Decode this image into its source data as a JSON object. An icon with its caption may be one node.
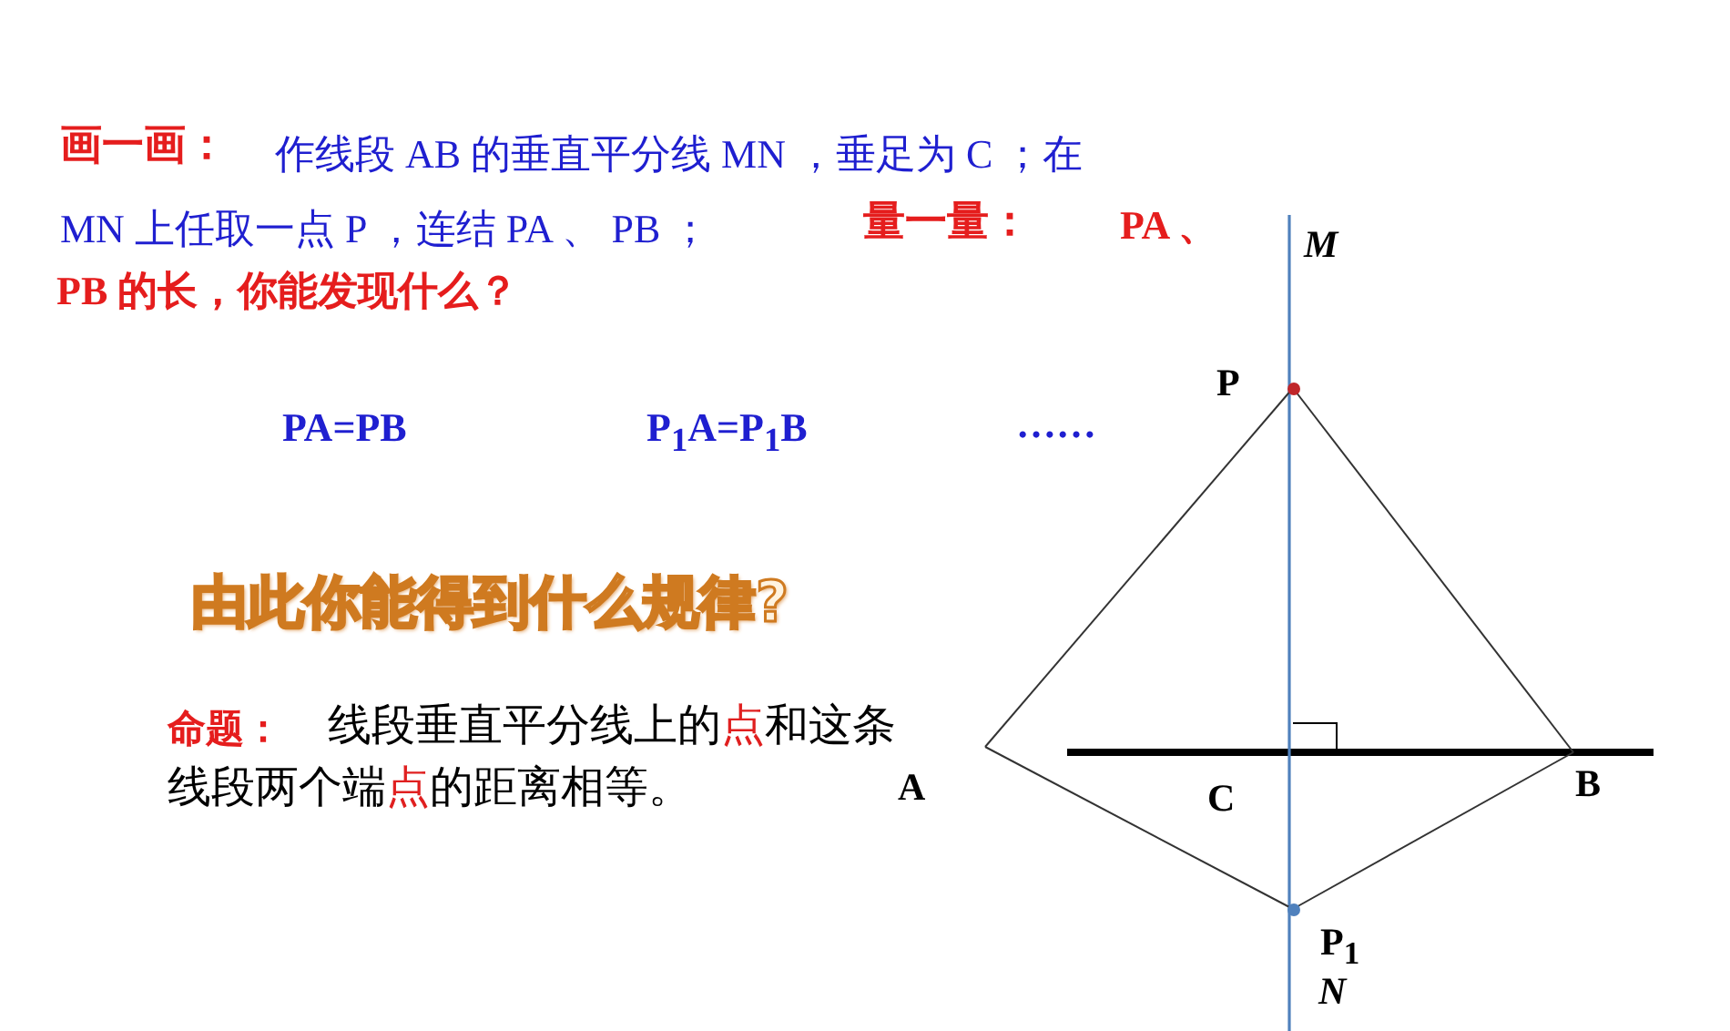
{
  "diagram": {
    "nodes": [
      {
        "text": [
          "M"
        ]
      },
      {
        "text": [
          "P"
        ]
      },
      {
        "text": [
          "A"
        ]
      },
      {
        "text": [
          "B"
        ]
      },
      {
        "text": [
          "P$_{1}$"
        ]
      },
      {
        "text": [
          "N"
        ]
      }
    ],
    "edges": [
      {
        "from": 0,
        "to": 5,
        "arrow": "none",
        "color": "#4f81bd"
      },
      {
        "from": 1,
        "to": 2,
        "arrow": "none"
      },
      {
        "from": 1,
        "to": 3,
        "arrow": "none"
      },
      {
        "from": 4,
        "to": 2,
        "arrow": "none"
      },
      {
        "from": 4,
        "to": 3,
        "arrow": "none"
      }
    ],
    "labels": [
      "画一画：",
      "作线段 AB 的垂直平分线 MN ，垂足为 C ；在 MN 上任取一点 P ，连结 PA 、 PB ；",
      "量一量：",
      "PA 、PB 的长，你能发现什么？",
      "PA=PB",
      "P$_{1}$A=P$_{1}$B",
      "……",
      "由此你能得到什么规律?",
      "命题：",
      "线段垂直平分线上的**点**和这条线段两个端**点**的距离相等。",
      "C"
    ]
  }
}
